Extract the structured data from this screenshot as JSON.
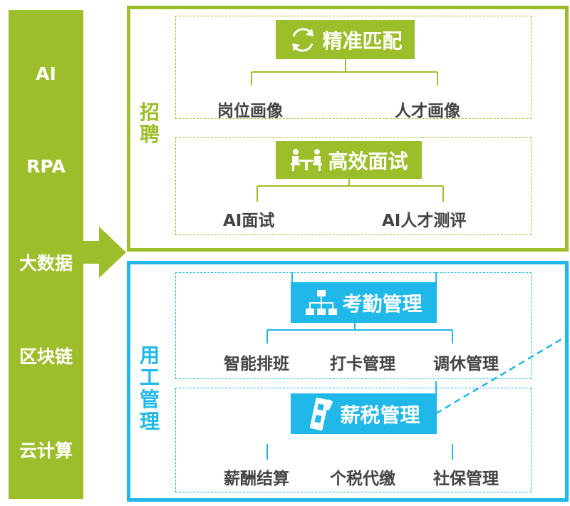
{
  "tech": {
    "items": [
      "AI",
      "RPA",
      "大数据",
      "区块链",
      "云计算"
    ]
  },
  "recruit": {
    "label": "招聘",
    "match": {
      "title": "精准匹配",
      "children": [
        "岗位画像",
        "人才画像"
      ]
    },
    "interview": {
      "title": "高效面试",
      "children": [
        "AI面试",
        "AI人才测评"
      ]
    }
  },
  "employ": {
    "label": "用工管理",
    "attendance": {
      "title": "考勤管理",
      "children": [
        "智能排班",
        "打卡管理",
        "调休管理"
      ]
    },
    "payroll": {
      "title": "薪税管理",
      "children": [
        "薪酬结算",
        "个税代缴",
        "社保管理"
      ]
    }
  },
  "colors": {
    "green": "#9cbe2b",
    "blue": "#1fb8e9",
    "text": "#444444"
  }
}
